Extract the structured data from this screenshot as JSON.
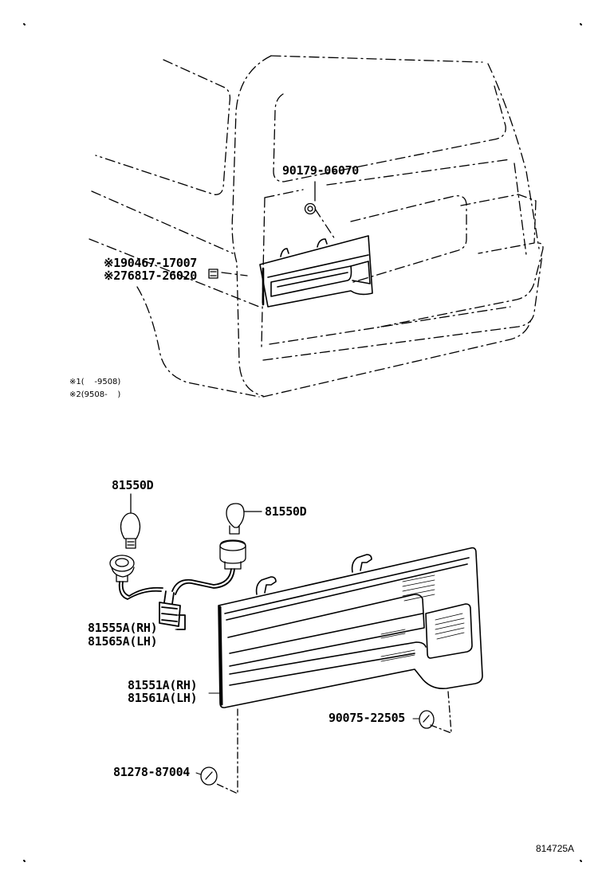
{
  "labels": {
    "p90179": "90179-06070",
    "p90467": "※190467-17007",
    "p76817": "※276817-26020",
    "note1": "※1(    -9508)",
    "note2": "※2(9508-    )",
    "p81550_left": "81550D",
    "p81550_right": "81550D",
    "p81555": "81555A(RH)",
    "p81565": "81565A(LH)",
    "p81551": "81551A(RH)",
    "p81561": "81561A(LH)",
    "p90075": "90075-22505",
    "p81278": "81278-87004",
    "ref": "814725A"
  }
}
